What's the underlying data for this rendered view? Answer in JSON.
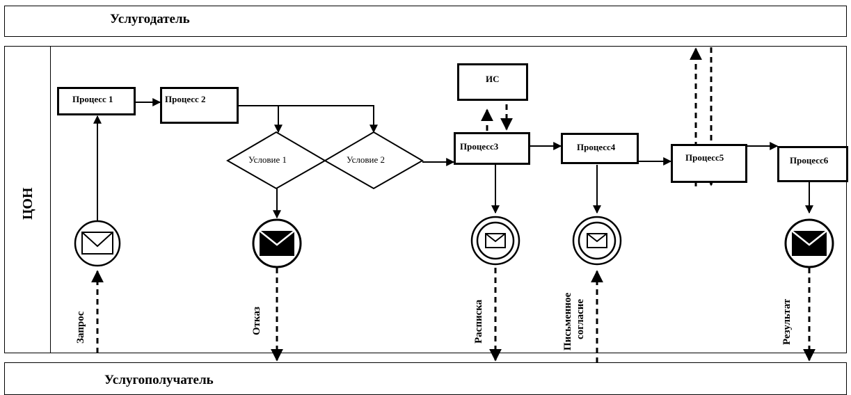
{
  "lanes": {
    "provider": "Услугодатель",
    "center": "ЦОН",
    "recipient": "Услугополучатель"
  },
  "processes": {
    "p1": "Процесс 1",
    "p2": "Процесс 2",
    "p3": "Процесс3",
    "p4": "Процесс4",
    "p5": "Процесс5",
    "p6": "Процесс6",
    "is": "ИС"
  },
  "conditions": {
    "c1": "Условие 1",
    "c2": "Условие 2"
  },
  "messages": {
    "request": "Запрос",
    "refusal": "Отказ",
    "receipt": "Расписка",
    "consent_line1": "Письменное",
    "consent_line2": "согласие",
    "result": "Результат"
  },
  "icons": {
    "request": "envelope-outline-icon",
    "refusal": "envelope-filled-icon",
    "receipt": "envelope-double-circle-icon",
    "consent": "envelope-double-circle-icon",
    "result": "envelope-filled-icon"
  }
}
